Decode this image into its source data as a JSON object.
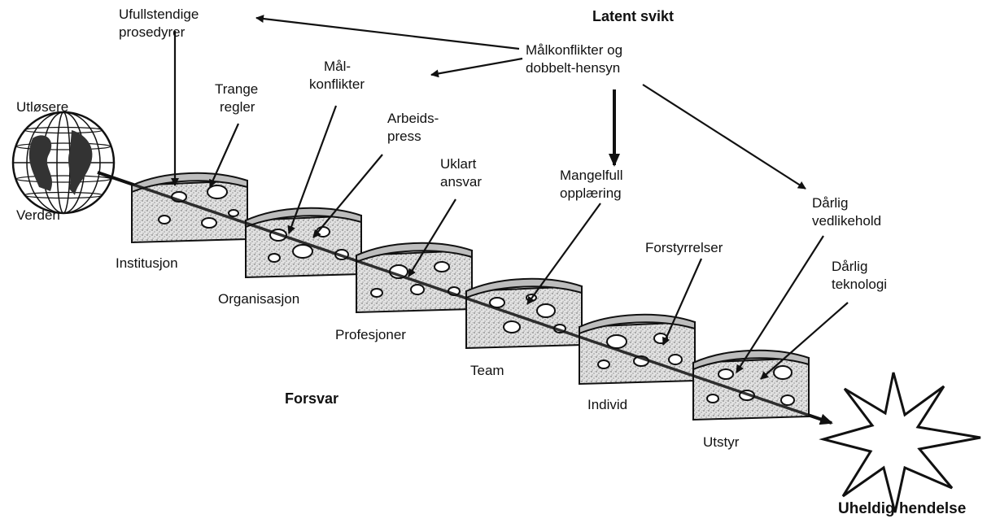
{
  "labels": {
    "latent_failures": "Latent svikt",
    "goal_conflicts_main_1": "Målkonflikter og",
    "goal_conflicts_main_2": "dobbelt-hensyn",
    "incomplete_procedures_1": "Ufullstendige",
    "incomplete_procedures_2": "prosedyrer",
    "goal_conflicts_1": "Mål-",
    "goal_conflicts_2": "konflikter",
    "narrow_rules_1": "Trange",
    "narrow_rules_2": "regler",
    "work_pressure_1": "Arbeids-",
    "work_pressure_2": "press",
    "unclear_responsibility_1": "Uklart",
    "unclear_responsibility_2": "ansvar",
    "poor_training_1": "Mangelfull",
    "poor_training_2": "opplæring",
    "poor_maintenance_1": "Dårlig",
    "poor_maintenance_2": "vedlikehold",
    "disturbances": "Forstyrrelser",
    "poor_technology_1": "Dårlig",
    "poor_technology_2": "teknologi",
    "triggers": "Utløsere",
    "world": "Verden",
    "defences": "Forsvar",
    "adverse_event": "Uheldig hendelse"
  },
  "slices": [
    {
      "label": "Institusjon"
    },
    {
      "label": "Organisasjon"
    },
    {
      "label": "Profesjoner"
    },
    {
      "label": "Team"
    },
    {
      "label": "Individ"
    },
    {
      "label": "Utstyr"
    }
  ],
  "colors": {
    "ink": "#111111",
    "slice_fill": "#dcdcdc",
    "background": "#ffffff"
  }
}
